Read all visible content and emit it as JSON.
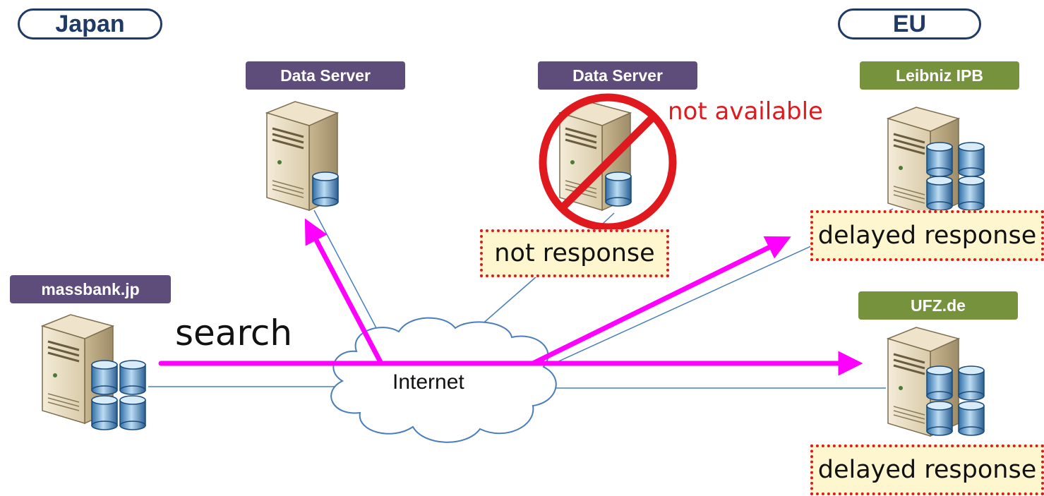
{
  "regions": {
    "left": "Japan",
    "right": "EU"
  },
  "servers": {
    "massbank": {
      "label": "massbank.jp"
    },
    "server_a": {
      "label": "Data Server"
    },
    "server_b": {
      "label": "Data Server",
      "status": "not available",
      "note": "not response"
    },
    "leibniz": {
      "label": "Leibniz IPB",
      "note": "delayed response"
    },
    "ufz": {
      "label": "UFZ.de",
      "note": "delayed response"
    }
  },
  "cloud": {
    "label": "Internet"
  },
  "flow": {
    "label": "search"
  },
  "colors": {
    "arrow": "#ff00ff",
    "link": "#4a7ebb",
    "region_border": "#1f3a64",
    "tag_purple": "#5e4c7a",
    "tag_green": "#76923c",
    "prohibit": "#e0191e",
    "note_fill": "#fdf6cf"
  }
}
